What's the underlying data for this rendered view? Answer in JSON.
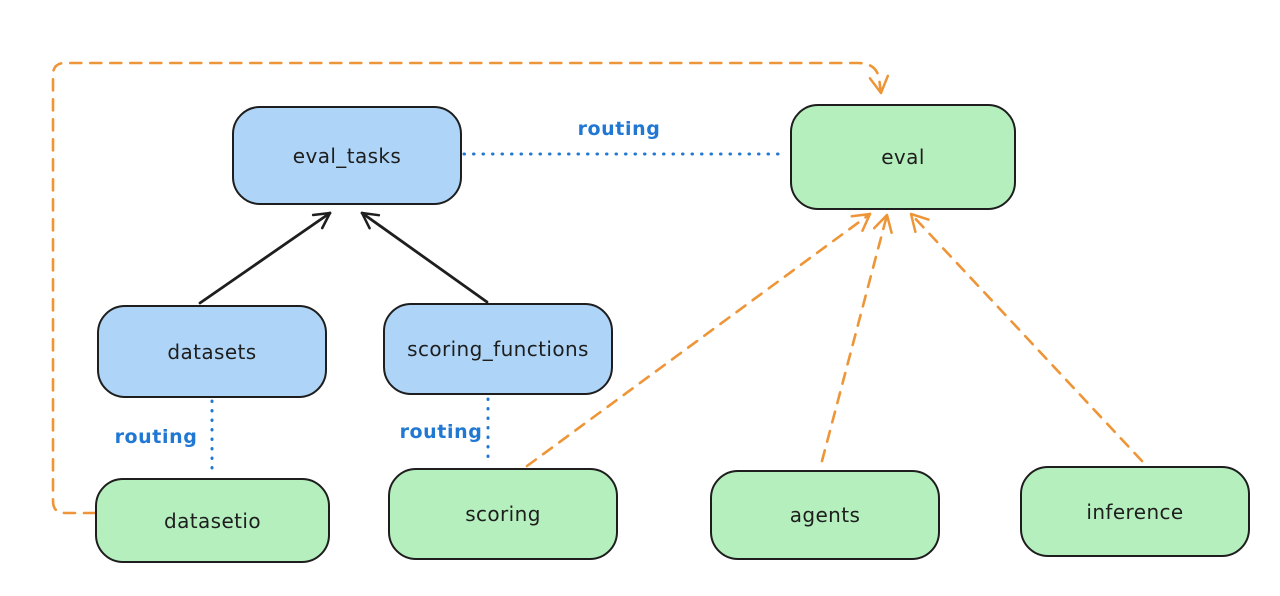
{
  "diagram": {
    "nodes": {
      "eval_tasks": {
        "label": "eval_tasks",
        "fill": "#aed5f7",
        "kind": "resource"
      },
      "eval": {
        "label": "eval",
        "fill": "#b4efbd",
        "kind": "api"
      },
      "datasets": {
        "label": "datasets",
        "fill": "#aed5f7",
        "kind": "resource"
      },
      "scoring_functions": {
        "label": "scoring_functions",
        "fill": "#aed5f7",
        "kind": "resource"
      },
      "datasetio": {
        "label": "datasetio",
        "fill": "#b4efbd",
        "kind": "api"
      },
      "scoring": {
        "label": "scoring",
        "fill": "#b4efbd",
        "kind": "api"
      },
      "agents": {
        "label": "agents",
        "fill": "#b4efbd",
        "kind": "api"
      },
      "inference": {
        "label": "inference",
        "fill": "#b4efbd",
        "kind": "api"
      }
    },
    "edge_labels": {
      "eval_tasks_eval": "routing",
      "datasets_datasetio": "routing",
      "scoring_functions_scoring": "routing"
    },
    "connections": [
      {
        "from": "datasets",
        "to": "eval_tasks",
        "style": "solid-black-arrow"
      },
      {
        "from": "scoring_functions",
        "to": "eval_tasks",
        "style": "solid-black-arrow"
      },
      {
        "from": "eval_tasks",
        "to": "eval",
        "style": "dotted-blue",
        "label": "routing"
      },
      {
        "from": "datasets",
        "to": "datasetio",
        "style": "dotted-blue",
        "label": "routing"
      },
      {
        "from": "scoring_functions",
        "to": "scoring",
        "style": "dotted-blue",
        "label": "routing"
      },
      {
        "from": "datasetio",
        "to": "eval",
        "style": "dashed-orange-arrow"
      },
      {
        "from": "scoring",
        "to": "eval",
        "style": "dashed-orange-arrow"
      },
      {
        "from": "agents",
        "to": "eval",
        "style": "dashed-orange-arrow"
      },
      {
        "from": "inference",
        "to": "eval",
        "style": "dashed-orange-arrow"
      }
    ],
    "colors": {
      "blue_fill": "#aed5f7",
      "green_fill": "#b4efbd",
      "stroke": "#1e1e1e",
      "routing_blue": "#2178d2",
      "orange": "#ed9537",
      "background": "#ffffff"
    }
  }
}
